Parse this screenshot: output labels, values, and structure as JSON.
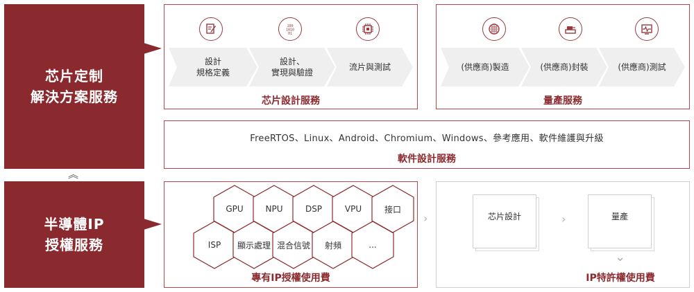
{
  "left": {
    "top_label_line1": "芯片定制",
    "top_label_line2": "解決方案服務",
    "bottom_label_line1": "半導體IP",
    "bottom_label_line2": "授權服務"
  },
  "chip_design": {
    "title": "芯片設計服務",
    "steps": [
      {
        "line1": "設計",
        "line2": "規格定義"
      },
      {
        "line1": "設計、",
        "line2": "實現與驗證"
      },
      {
        "line1": "流片與測試",
        "line2": ""
      }
    ],
    "icons": [
      "spec-edit-icon",
      "binary-code-icon",
      "chip-icon"
    ]
  },
  "production": {
    "title": "量產服務",
    "steps": [
      {
        "line1": "(供應商)製造"
      },
      {
        "line1": "(供應商)封裝"
      },
      {
        "line1": "(供應商)測試"
      }
    ],
    "icons": [
      "wafer-icon",
      "packaging-icon",
      "test-monitor-icon"
    ]
  },
  "software": {
    "text": "FreeRTOS、Linux、Android、Chromium、Windows、參考應用、軟件維護與升級",
    "title": "軟件設計服務"
  },
  "ip_hex": {
    "row1": [
      "GPU",
      "NPU",
      "DSP",
      "VPU",
      "接口"
    ],
    "row2": [
      "ISP",
      "顯示處理",
      "混合信號",
      "射頻",
      "..."
    ],
    "title": "專有IP授權使用費"
  },
  "ip_license": {
    "doc1": "芯片設計",
    "doc2": "量產",
    "title": "IP特許權使用費"
  },
  "glyphs": {
    "double_up": "︽",
    "chevron_right": "›",
    "chevron_down": "⌄"
  },
  "colors": {
    "brand": "#8b2a2e",
    "border": "#b7454a",
    "gray_border": "#cfcfcf"
  }
}
